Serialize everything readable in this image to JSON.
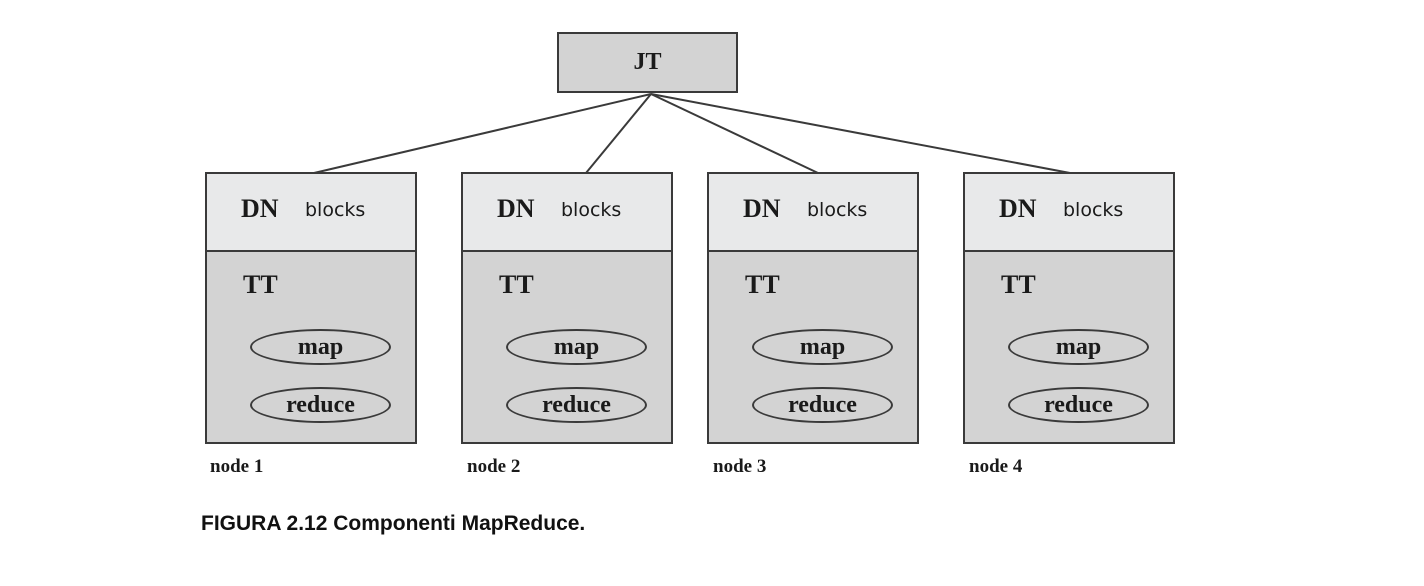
{
  "jobtracker": {
    "label": "JT"
  },
  "nodes": [
    {
      "dn_label": "DN",
      "blocks_label": "blocks",
      "tt_label": "TT",
      "map_label": "map",
      "reduce_label": "reduce",
      "caption": "node 1"
    },
    {
      "dn_label": "DN",
      "blocks_label": "blocks",
      "tt_label": "TT",
      "map_label": "map",
      "reduce_label": "reduce",
      "caption": "node 2"
    },
    {
      "dn_label": "DN",
      "blocks_label": "blocks",
      "tt_label": "TT",
      "map_label": "map",
      "reduce_label": "reduce",
      "caption": "node 3"
    },
    {
      "dn_label": "DN",
      "blocks_label": "blocks",
      "tt_label": "TT",
      "map_label": "map",
      "reduce_label": "reduce",
      "caption": "node 4"
    }
  ],
  "figure_caption": "FIGURA 2.12 Componenti MapReduce.",
  "colors": {
    "box_fill": "#d3d3d3",
    "dn_fill": "#e8e9ea",
    "stroke": "#3a3a3a"
  }
}
